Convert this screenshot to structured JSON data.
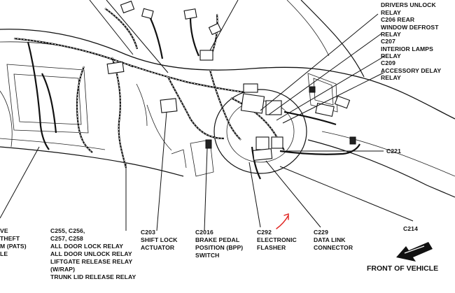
{
  "labels": {
    "top_right": [
      "DRIVERS UNLOCK",
      "RELAY",
      "C206 REAR",
      "WINDOW DEFROST",
      "RELAY",
      "C207",
      "INTERIOR LAMPS",
      "RELAY",
      "C209",
      "ACCESSORY DELAY",
      "RELAY"
    ],
    "c221": "C221",
    "c214": "C214",
    "left_edge": [
      "VE",
      "THEFT",
      "M (PATS)",
      "LE"
    ],
    "door_lock": [
      "C255, C256,",
      "C257, C258",
      "ALL DOOR LOCK RELAY",
      "ALL DOOR UNLOCK RELAY",
      "LIFTGATE RELEASE RELAY",
      "(W/RAP)",
      "TRUNK LID RELEASE RELAY"
    ],
    "shift_lock": [
      "C203",
      "SHIFT LOCK",
      "ACTUATOR"
    ],
    "brake_pedal": [
      "C2016",
      "BRAKE PEDAL",
      "POSITION (BPP)",
      "SWITCH"
    ],
    "flasher": [
      "C292",
      "ELECTRONIC",
      "FLASHER"
    ],
    "data_link": [
      "C229",
      "DATA LINK",
      "CONNECTOR"
    ],
    "front": "FRONT OF VEHICLE"
  },
  "colors": {
    "ink": "#111111",
    "annotation": "#e0201c",
    "background": "#ffffff"
  }
}
